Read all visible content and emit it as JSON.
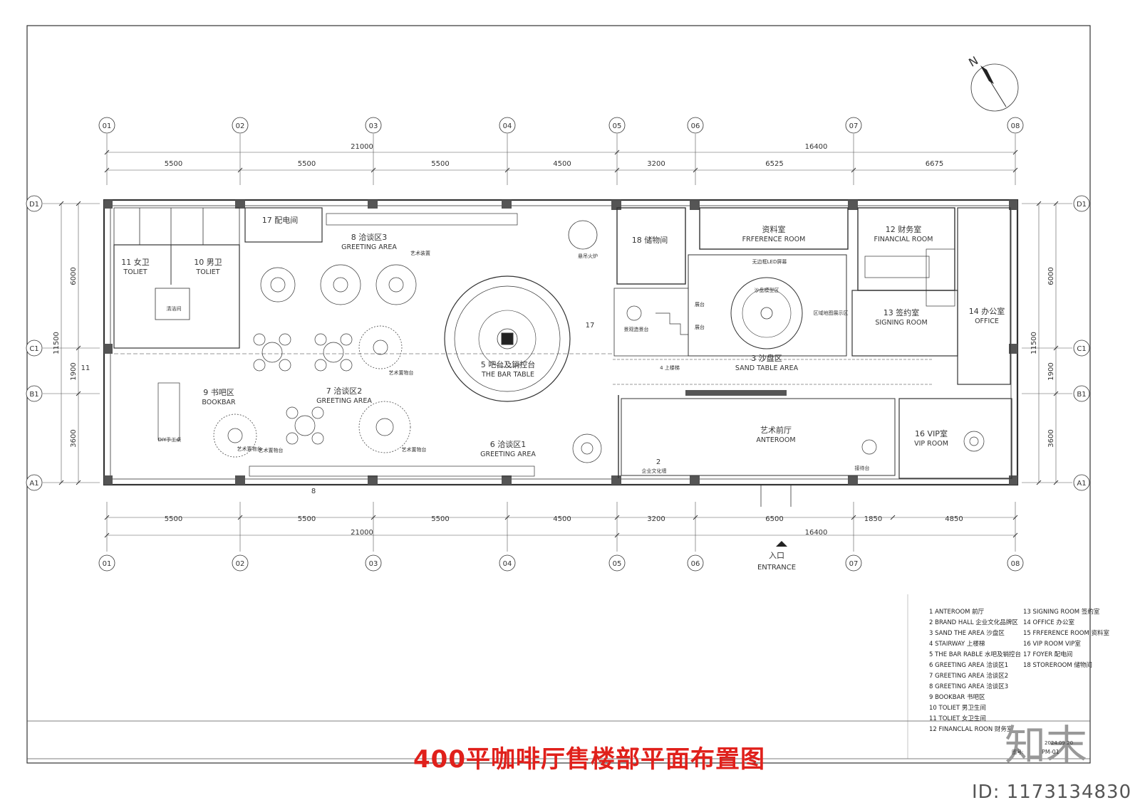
{
  "title": "400平咖啡厅售楼部平面布置图",
  "id_mark": "ID: 1173134830",
  "logo": "知末",
  "sheet_no": "PM-01",
  "sheet_label": "图号:",
  "date": "2024.09.20",
  "axis_x": [
    "01",
    "02",
    "03",
    "04",
    "05",
    "06",
    "07",
    "08"
  ],
  "axis_y": [
    "D1",
    "C1",
    "B1",
    "A1"
  ],
  "dims_top_total": [
    "21000",
    "16400"
  ],
  "dims_top": [
    "5500",
    "5500",
    "5500",
    "4500",
    "3200",
    "6525",
    "6675"
  ],
  "dims_bottom": [
    "5500",
    "5500",
    "5500",
    "4500",
    "3200",
    "6500",
    "1850",
    "4850"
  ],
  "dims_bottom_total": [
    "21000",
    "16400"
  ],
  "dims_left": [
    "6000",
    "11500",
    "1900",
    "3600"
  ],
  "dims_right": [
    "6000",
    "11500",
    "1900",
    "3600"
  ],
  "entrance": {
    "cn": "入口",
    "en": "ENTRANCE"
  },
  "rooms": [
    {
      "cn": "17 配电间",
      "en": ""
    },
    {
      "cn": "8 洽谈区3",
      "en": "GREETING AREA"
    },
    {
      "cn": "18 储物间",
      "en": ""
    },
    {
      "cn": "资料室",
      "en": "FRFERENCE ROOM"
    },
    {
      "cn": "12 财务室",
      "en": "FINANCIAL ROOM"
    },
    {
      "cn": "11 女卫",
      "en": "TOLIET"
    },
    {
      "cn": "10 男卫",
      "en": "TOLIET"
    },
    {
      "cn": "13 签约室",
      "en": "SIGNING ROOM"
    },
    {
      "cn": "14 办公室",
      "en": "OFFICE"
    },
    {
      "cn": "5 吧台及销控台",
      "en": "THE BAR TABLE"
    },
    {
      "cn": "3 沙盘区",
      "en": "SAND TABLE AREA"
    },
    {
      "cn": "9 书吧区",
      "en": "BOOKBAR"
    },
    {
      "cn": "7 洽谈区2",
      "en": "GREETING AREA"
    },
    {
      "cn": "6 洽谈区1",
      "en": "GREETING AREA"
    },
    {
      "cn": "艺术前厅",
      "en": "ANTEROOM"
    },
    {
      "cn": "16 VIP室",
      "en": "VIP ROOM"
    }
  ],
  "small_labels": {
    "stair": "4 上楼梯",
    "brand_wall": "企业文化墙",
    "num2": "2",
    "num17": "17",
    "num11": "11",
    "num8": "8",
    "led": "无边框LED屏幕",
    "art_device": "艺术装置",
    "fireplace": "悬吊火炉",
    "display1": "展台",
    "display2": "展台",
    "reception": "接待台",
    "art1": "艺术置物台",
    "art2": "艺术置物台",
    "art3": "艺术置物台",
    "art4": "艺术置物台",
    "diy": "DIY手工桌",
    "clean": "清洁间",
    "sand_model": "沙盘模型区",
    "map_area": "区域地图展示区",
    "scene": "景观造景台"
  },
  "legend_left": [
    "1  ANTEROOM  前厅",
    "2  BRAND HALL 企业文化品牌区",
    "3  SAND THE AREA 沙盘区",
    "4  STAIRWAY 上楼梯",
    "5  THE BAR RABLE 水吧及销控台",
    "6  GREETING AREA  洽谈区1",
    "7  GREETING AREA  洽谈区2",
    "8  GREETING AREA  洽谈区3",
    "9  BOOKBAR  书吧区",
    "10 TOLIET  男卫生间",
    "11 TOLIET  女卫生间",
    "12 FINANCLAL ROON 财务室"
  ],
  "legend_right": [
    "13 SIGNING ROOM 签约室",
    "14 OFFICE 办公室",
    "15 FRFERENCE ROOM 资料室",
    "16 VIP ROOM VIP室",
    "17 FOYER 配电间",
    "18 STOREROOM 储物间"
  ],
  "colors": {
    "title": "#e0201b",
    "line": "#333333"
  }
}
